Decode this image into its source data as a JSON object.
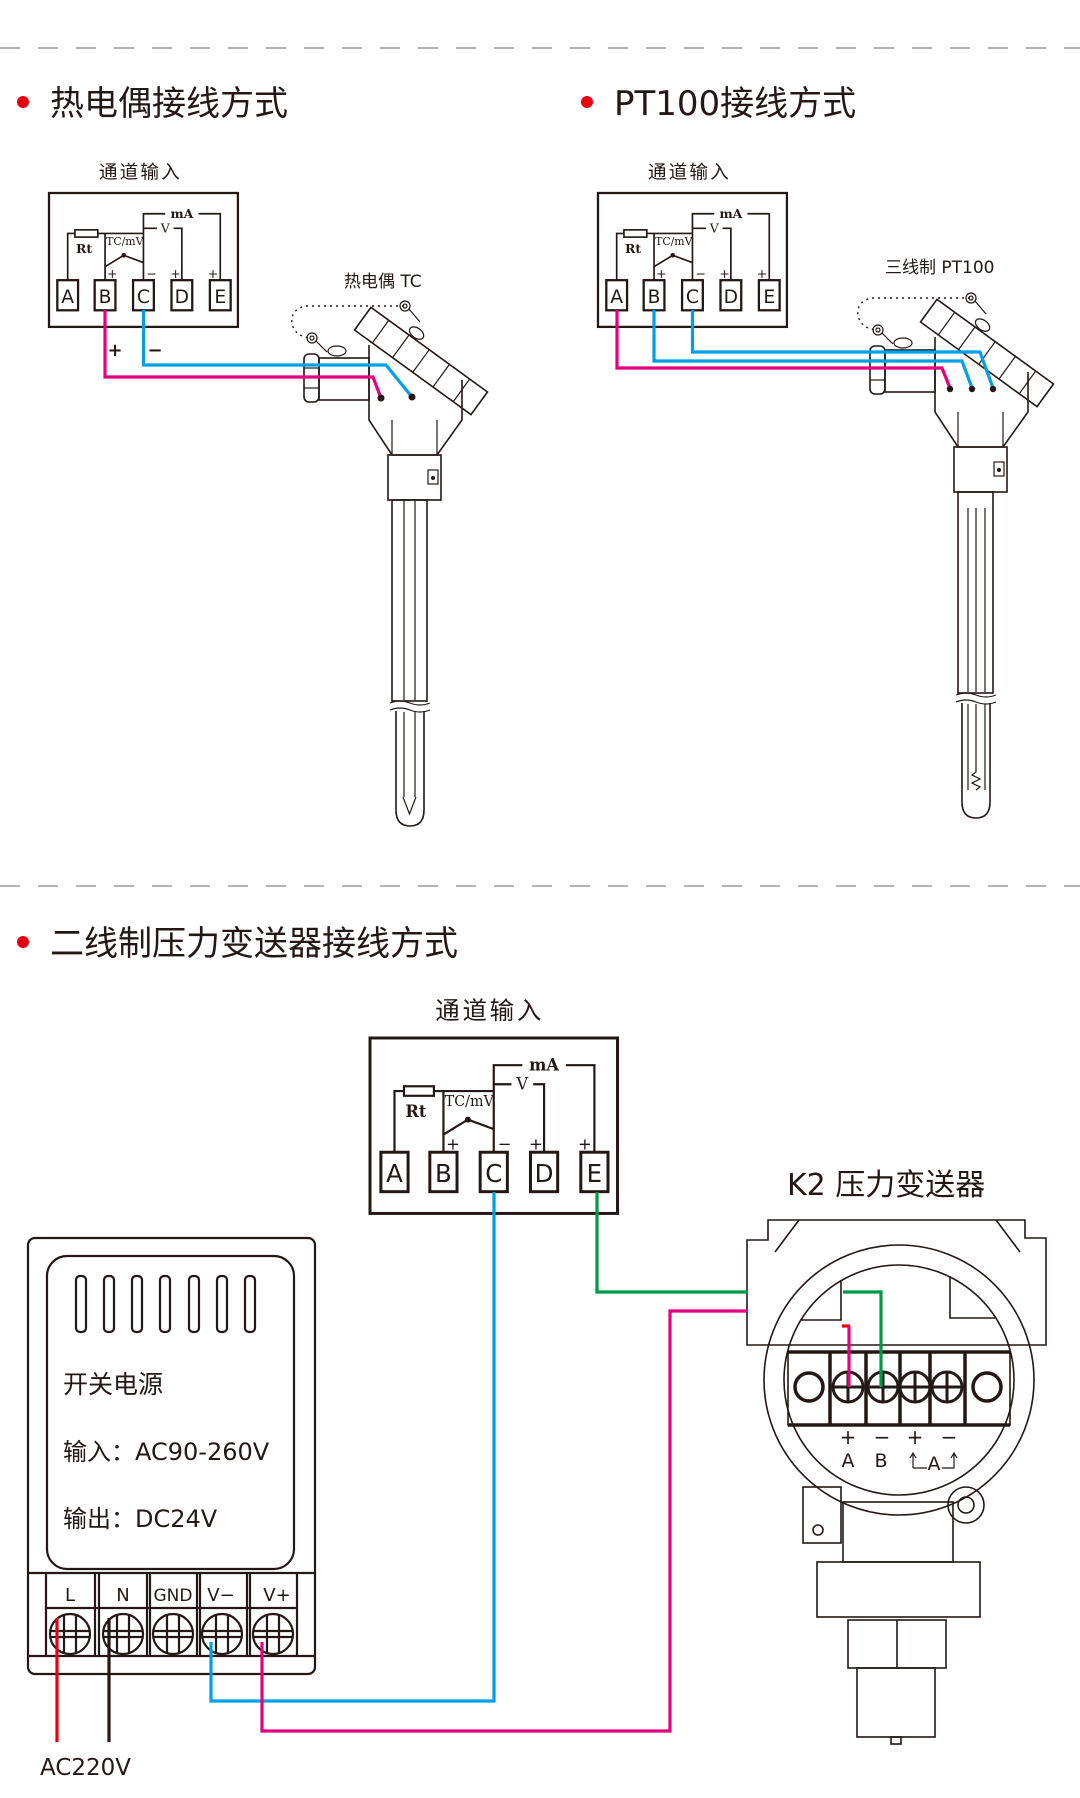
{
  "sections": [
    {
      "title": "热电偶接线方式"
    },
    {
      "title": "PT100接线方式"
    },
    {
      "title": "二线制压力变送器接线方式"
    }
  ],
  "channel_box": {
    "title": "通道输入",
    "terminals": [
      "A",
      "B",
      "C",
      "D",
      "E"
    ],
    "rt_label": "Rt",
    "tc_label": "TC/mV",
    "v_label": "V",
    "ma_label": "mA",
    "plus": "+",
    "minus": "−"
  },
  "thermocouple": {
    "label": "热电偶 TC",
    "plus": "+",
    "minus": "−"
  },
  "pt100": {
    "label": "三线制 PT100"
  },
  "power_supply": {
    "name": "开关电源",
    "input": "输入：AC90-260V",
    "output": "输出：DC24V",
    "terminals": [
      "L",
      "N",
      "GND",
      "V−",
      "V+"
    ],
    "mains_label": "AC220V"
  },
  "transmitter": {
    "title": "K2 压力变送器",
    "terminal_signs": [
      "+",
      "−",
      "+",
      "−"
    ],
    "terminal_labels": [
      "A",
      "B"
    ],
    "ammeter_label": "A"
  },
  "colors": {
    "bullet": "#e60012",
    "positive_wire": "#e4007f",
    "negative_wire": "#00a0e9",
    "signal_wire": "#009944",
    "live_wire": "#e60012",
    "neutral_wire": "#231815",
    "divider": "#9a9a9a"
  }
}
